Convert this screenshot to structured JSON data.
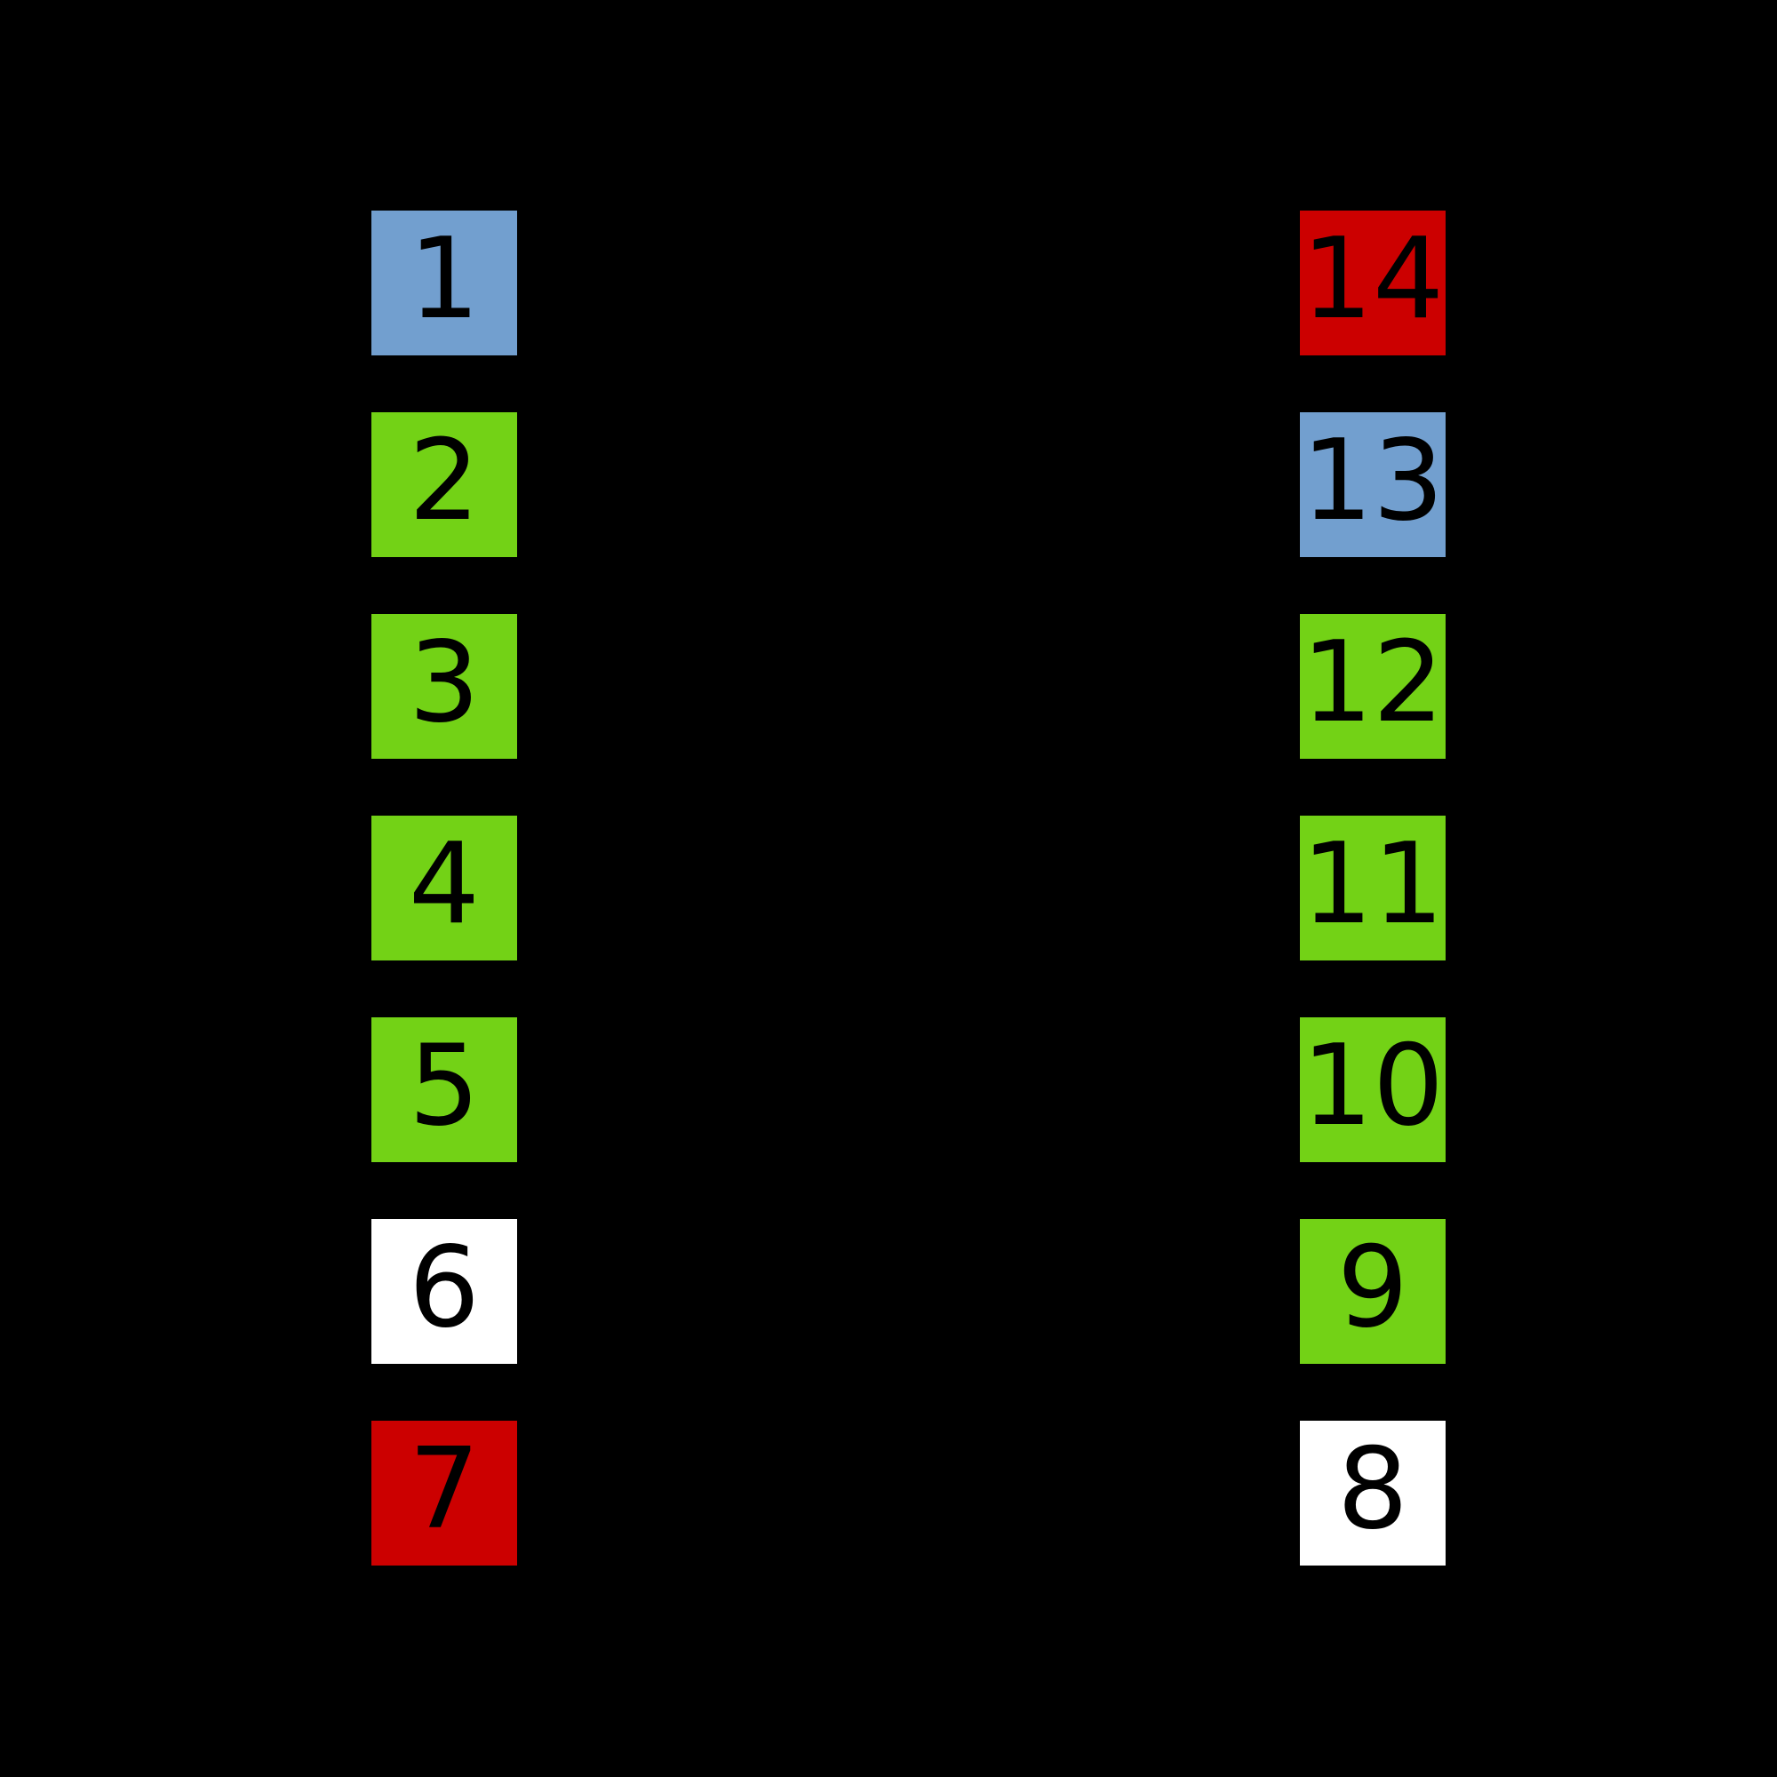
{
  "palette": {
    "background": "#000000",
    "digit_text": "#000000",
    "blue": "#729FCF",
    "green": "#73D216",
    "red": "#CC0000",
    "white": "#FFFFFF"
  },
  "pins": {
    "left_column_top_to_bottom": [
      {
        "number": "1",
        "color": "#729FCF"
      },
      {
        "number": "2",
        "color": "#73D216"
      },
      {
        "number": "3",
        "color": "#73D216"
      },
      {
        "number": "4",
        "color": "#73D216"
      },
      {
        "number": "5",
        "color": "#73D216"
      },
      {
        "number": "6",
        "color": "#FFFFFF"
      },
      {
        "number": "7",
        "color": "#CC0000"
      }
    ],
    "right_column_top_to_bottom": [
      {
        "number": "14",
        "color": "#CC0000"
      },
      {
        "number": "13",
        "color": "#729FCF"
      },
      {
        "number": "12",
        "color": "#73D216"
      },
      {
        "number": "11",
        "color": "#73D216"
      },
      {
        "number": "10",
        "color": "#73D216"
      },
      {
        "number": "9",
        "color": "#73D216"
      },
      {
        "number": "8",
        "color": "#FFFFFF"
      }
    ]
  }
}
